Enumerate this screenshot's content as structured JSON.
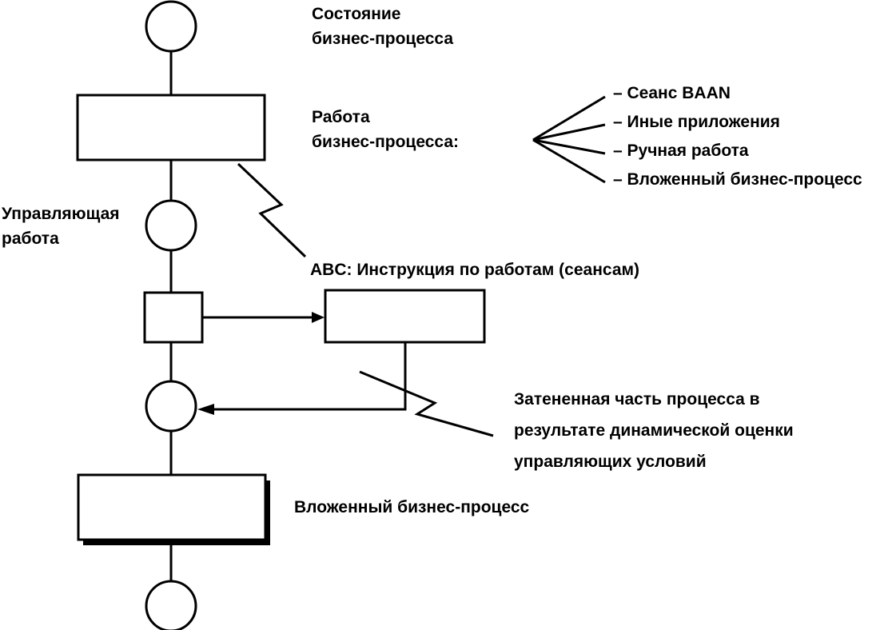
{
  "labels": {
    "state_line1": "Состояние",
    "state_line2": "бизнес-процесса",
    "work_line1": "Работа",
    "work_line2": "бизнес-процесса:",
    "control_line1": "Управляющая",
    "control_line2": "работа",
    "abc": "ABC: Инструкция по работам (сеансам)",
    "shaded_line1": "Затененная часть процесса в",
    "shaded_line2": "результате динамической оценки",
    "shaded_line3": "управляющих условий",
    "nested": "Вложенный бизнес-процесс"
  },
  "work_options": [
    "– Сеанс BAAN",
    "– Иные приложения",
    "– Ручная работа",
    "– Вложенный бизнес-процесс"
  ]
}
